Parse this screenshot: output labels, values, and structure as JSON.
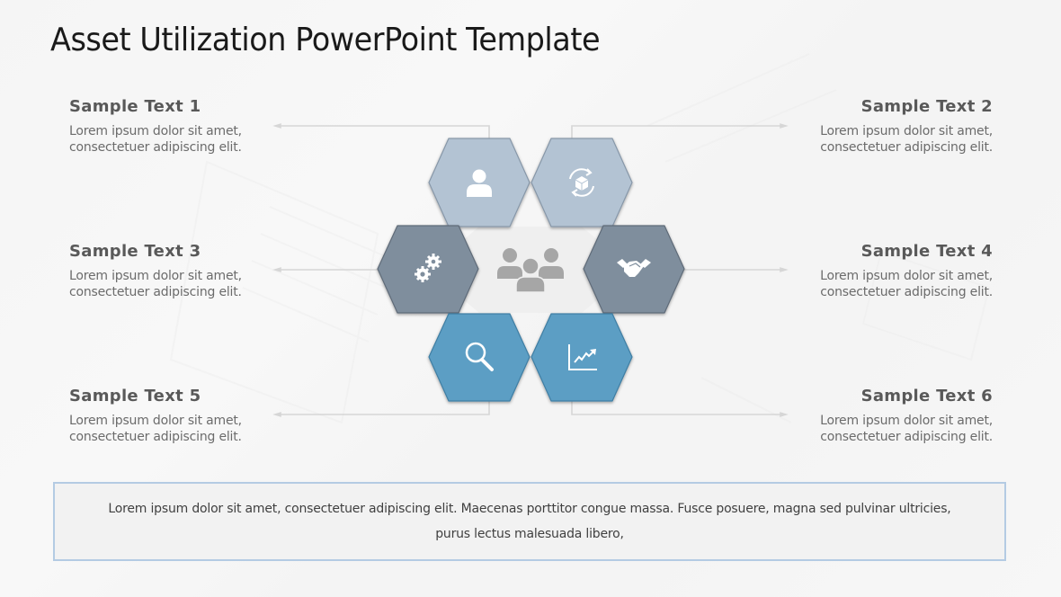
{
  "slide": {
    "title": "Asset Utilization PowerPoint Template",
    "items": [
      {
        "id": 1,
        "heading": "Sample Text 1",
        "body_line1": "Lorem ipsum dolor sit amet,",
        "body_line2": "consectetuer adipiscing elit.",
        "side": "left",
        "icon": "user-icon",
        "color": "#b3c3d3"
      },
      {
        "id": 2,
        "heading": "Sample Text 2",
        "body_line1": "Lorem ipsum dolor sit amet,",
        "body_line2": "consectetuer adipiscing elit.",
        "side": "right",
        "icon": "box-cycle-icon",
        "color": "#b3c3d3"
      },
      {
        "id": 3,
        "heading": "Sample Text 3",
        "body_line1": "Lorem ipsum dolor sit amet,",
        "body_line2": "consectetuer adipiscing elit.",
        "side": "left",
        "icon": "gears-icon",
        "color": "#7f8e9d"
      },
      {
        "id": 4,
        "heading": "Sample Text 4",
        "body_line1": "Lorem ipsum dolor sit amet,",
        "body_line2": "consectetuer adipiscing elit.",
        "side": "right",
        "icon": "handshake-icon",
        "color": "#7f8e9d"
      },
      {
        "id": 5,
        "heading": "Sample Text 5",
        "body_line1": "Lorem ipsum dolor sit amet,",
        "body_line2": "consectetuer adipiscing elit.",
        "side": "left",
        "icon": "magnifier-icon",
        "color": "#5b9ec4"
      },
      {
        "id": 6,
        "heading": "Sample Text 6",
        "body_line1": "Lorem ipsum dolor sit amet,",
        "body_line2": "consectetuer adipiscing elit.",
        "side": "right",
        "icon": "growth-chart-icon",
        "color": "#5b9ec4"
      }
    ],
    "center_icon": "team-icon",
    "footer_text": "Lorem ipsum dolor sit amet, consectetuer adipiscing elit. Maecenas porttitor congue massa. Fusce posuere, magna sed pulvinar ultricies, purus lectus malesuada libero,",
    "colors": {
      "hex_light": "#b3c3d3",
      "hex_slate": "#7f8e9d",
      "hex_blue": "#5b9ec4",
      "center_fill": "#efefef",
      "icon_gray": "#a6a6a6",
      "connector": "#d6d6d6",
      "footer_border": "#b4cbe3"
    }
  }
}
